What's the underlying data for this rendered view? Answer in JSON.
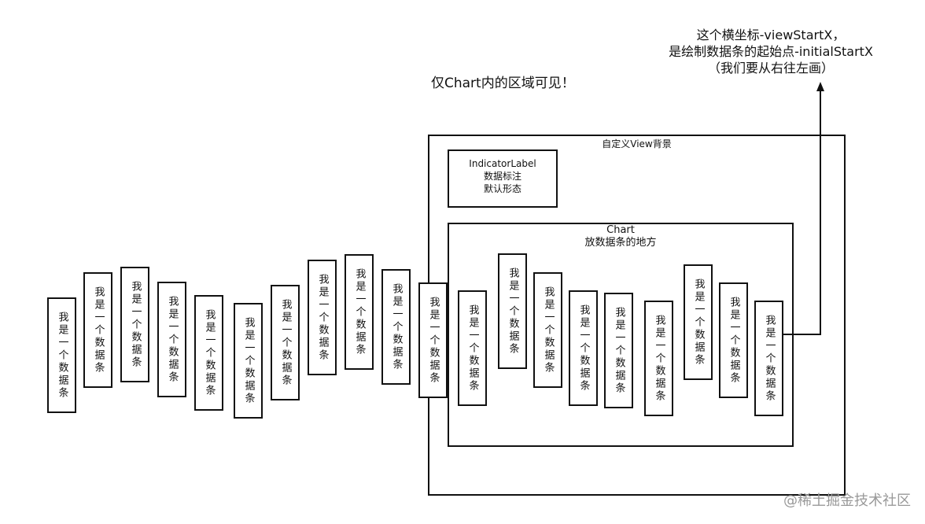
{
  "top_note": "这个横坐标-viewStartX，\n是绘制数据条的起始点-initialStartX\n（我们要从右往左画）",
  "visible_note": "仅Chart内的区域可见！",
  "custom_view_label": "自定义View背景",
  "indicator_label": "IndicatorLabel\n数据标注\n默认形态",
  "chart_label": "Chart\n放数据条的地方",
  "bar_text": "我是一个数据条",
  "watermark": "@稀土掘金技术社区"
}
